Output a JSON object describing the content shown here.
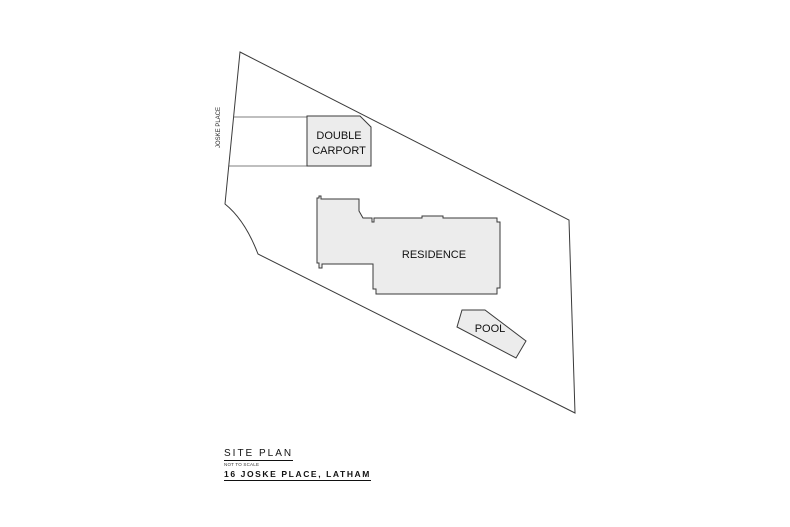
{
  "site": {
    "street_name": "JOSKE PLACE",
    "carport_line1": "DOUBLE",
    "carport_line2": "CARPORT",
    "residence": "RESIDENCE",
    "pool": "POOL"
  },
  "title_block": {
    "title": "SITE PLAN",
    "scale_note": "NOT TO SCALE",
    "address": "16 JOSKE PLACE, LATHAM"
  },
  "colors": {
    "building_fill": "#ececec",
    "line": "#3a3a3a"
  }
}
